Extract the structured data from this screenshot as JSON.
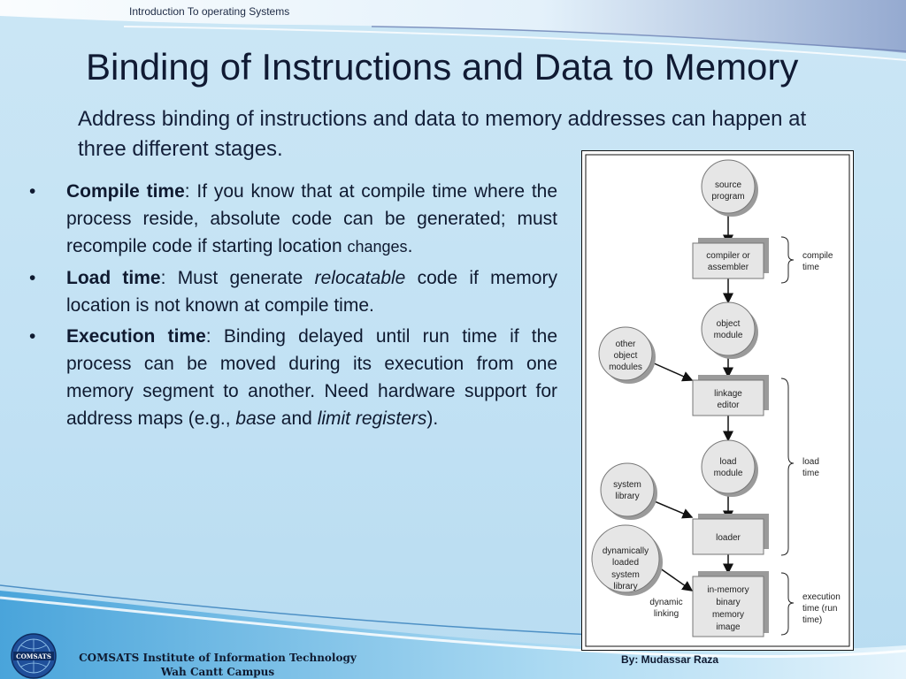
{
  "header": {
    "course": "Introduction To operating Systems"
  },
  "slide": {
    "title": "Binding of Instructions and Data to Memory",
    "subtitle": "Address binding of instructions and data to memory addresses can happen at three different stages.",
    "bullets": [
      {
        "term": "Compile time",
        "sep": ":  ",
        "text": "If you know that at compile time where the process reside, absolute code can be generated; must recompile code if starting location ",
        "small": "changes",
        "end": "."
      },
      {
        "term": "Load time",
        "sep": ":  ",
        "pre": "Must generate ",
        "italic": "relocatable",
        "post": " code if memory location is not known at compile time."
      },
      {
        "term": "Execution time",
        "sep": ":  ",
        "pre": "Binding delayed until run time if the process can be moved during its execution from one memory segment to another.  Need hardware support for address maps (e.g., ",
        "italic1": "base",
        "mid": " and ",
        "italic2": "limit registers",
        "post": ")."
      }
    ]
  },
  "diagram": {
    "source": [
      "source",
      "program"
    ],
    "compiler": [
      "compiler or",
      "assembler"
    ],
    "object_module": [
      "object",
      "module"
    ],
    "other_modules": [
      "other",
      "object",
      "modules"
    ],
    "linkage_editor": [
      "linkage",
      "editor"
    ],
    "load_module": [
      "load",
      "module"
    ],
    "system_library": [
      "system",
      "library"
    ],
    "loader": [
      "loader"
    ],
    "dyn_library": [
      "dynamically",
      "loaded",
      "system",
      "library"
    ],
    "in_memory": [
      "in-memory",
      "binary",
      "memory",
      "image"
    ],
    "dynamic_linking": [
      "dynamic",
      "linking"
    ],
    "compile_time": [
      "compile",
      "time"
    ],
    "load_time": [
      "load",
      "time"
    ],
    "execution_time": [
      "execution",
      "time  (run",
      "time)"
    ]
  },
  "footer": {
    "institute": "COMSATS Institute of Information Technology",
    "campus": "Wah Cantt Campus",
    "author": "By: Mudassar Raza",
    "logo_text": "COMSATS"
  }
}
